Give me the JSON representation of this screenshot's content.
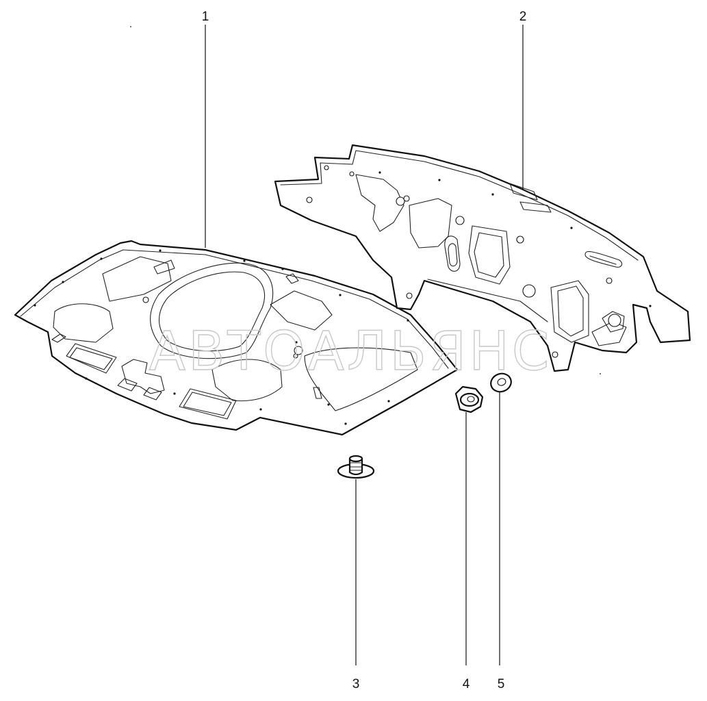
{
  "watermark": "АВТОАЛЬЯНС",
  "callouts": {
    "c1": "1",
    "c2": "2",
    "c3": "3",
    "c4": "4",
    "c5": "5"
  },
  "parts": {
    "p1": {
      "callout": "1",
      "shape": "hood insulation panel"
    },
    "p2": {
      "callout": "2",
      "shape": "bulkhead insulation panel"
    },
    "p3": {
      "callout": "3",
      "shape": "push clip"
    },
    "p4": {
      "callout": "4",
      "shape": "nut"
    },
    "p5": {
      "callout": "5",
      "shape": "washer"
    }
  },
  "colors": {
    "line": "#111111",
    "background": "#ffffff",
    "watermark": "#c8c8c8"
  }
}
